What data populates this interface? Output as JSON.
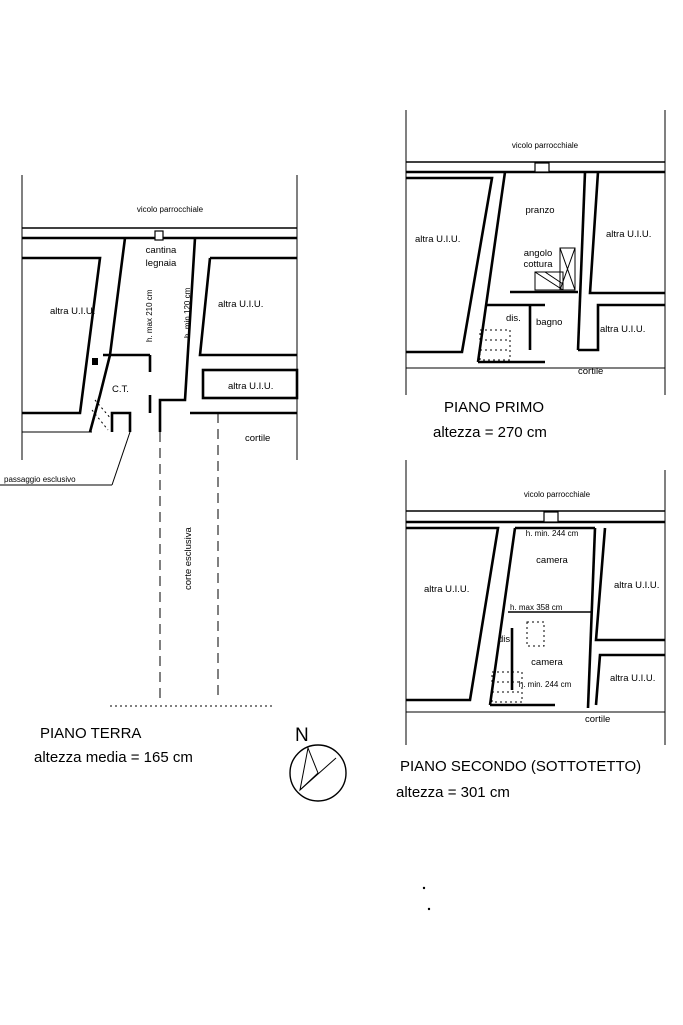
{
  "piano_terra": {
    "street": "vicolo parrocchiale",
    "rooms": {
      "cantina": "cantina",
      "legnaia": "legnaia",
      "altra_left": "altra U.I.U.",
      "altra_right": "altra U.I.U.",
      "altra_right_small": "altra U.I.U.",
      "ct": "C.T.",
      "cortile": "cortile"
    },
    "heights": {
      "max": "h. max 210 cm",
      "min": "h. min 120 cm"
    },
    "passaggio": "passaggio esclusivo",
    "corte": "corte esclusiva",
    "title": "PIANO TERRA",
    "subtitle": "altezza media = 165 cm"
  },
  "north": {
    "label": "N"
  },
  "piano_primo": {
    "street": "vicolo parrocchiale",
    "rooms": {
      "pranzo": "pranzo",
      "angolo": "angolo",
      "cottura": "cottura",
      "dis": "dis.",
      "bagno": "bagno",
      "altra_left": "altra U.I.U.",
      "altra_right": "altra U.I.U.",
      "altra_right_lower": "altra U.I.U.",
      "cortile": "cortile"
    },
    "title": "PIANO PRIMO",
    "subtitle": "altezza = 270 cm"
  },
  "piano_secondo": {
    "street": "vicolo parrocchiale",
    "rooms": {
      "camera_top": "camera",
      "camera_bottom": "camera",
      "dis": "dis.",
      "altra_left": "altra U.I.U.",
      "altra_right": "altra U.I.U.",
      "altra_right_lower": "altra U.I.U.",
      "cortile": "cortile"
    },
    "heights": {
      "min_top": "h. min. 244 cm",
      "max_mid": "h. max 358 cm",
      "min_bottom": "h. min. 244 cm"
    },
    "title": "PIANO SECONDO (SOTTOTETTO)",
    "subtitle": "altezza = 301 cm"
  }
}
